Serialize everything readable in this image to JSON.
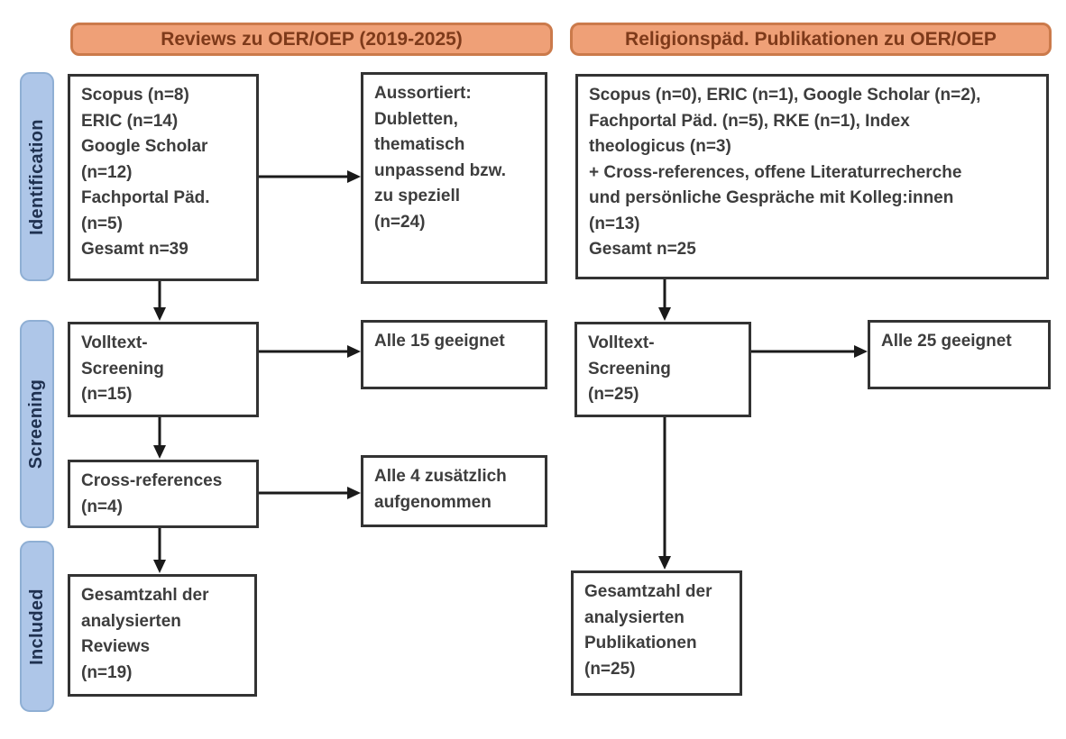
{
  "headers": {
    "left": "Reviews zu OER/OEP (2019-2025)",
    "right": "Religionspäd. Publikationen zu OER/OEP"
  },
  "stages": {
    "identification": "Identification",
    "screening": "Screening",
    "included": "Included"
  },
  "left_column": {
    "sources": "Scopus (n=8)\nERIC (n=14)\nGoogle Scholar\n(n=12)\nFachportal Päd.\n(n=5)\nGesamt n=39",
    "excluded": "Aussortiert:\nDubletten,\nthematisch\nunpassend bzw.\nzu speziell\n(n=24)",
    "fulltext_screening": "Volltext-\nScreening\n(n=15)",
    "eligible": "Alle 15 geeignet",
    "cross_references": "Cross-references\n(n=4)",
    "added": "Alle 4 zusätzlich\naufgenommen",
    "total": "Gesamtzahl der\nanalysierten\nReviews\n(n=19)"
  },
  "right_column": {
    "sources": "Scopus (n=0), ERIC (n=1), Google Scholar (n=2),\nFachportal Päd. (n=5), RKE (n=1), Index\ntheologicus (n=3)\n+ Cross-references, offene Literaturrecherche\nund persönliche Gespräche mit Kolleg:innen\n(n=13)\nGesamt n=25",
    "fulltext_screening": "Volltext-\nScreening\n(n=25)",
    "eligible": "Alle 25 geeignet",
    "total": "Gesamtzahl der\nanalysierten\nPublikationen\n(n=25)"
  },
  "colors": {
    "header_fill": "#efa077",
    "header_border": "#cb7a4b",
    "header_text": "#7e3a1a",
    "stage_fill": "#aec6e8",
    "stage_border": "#8fafd4",
    "stage_text": "#1f3150",
    "box_border": "#333333",
    "box_text": "#3d3d3d",
    "arrow": "#1a1a1a"
  }
}
